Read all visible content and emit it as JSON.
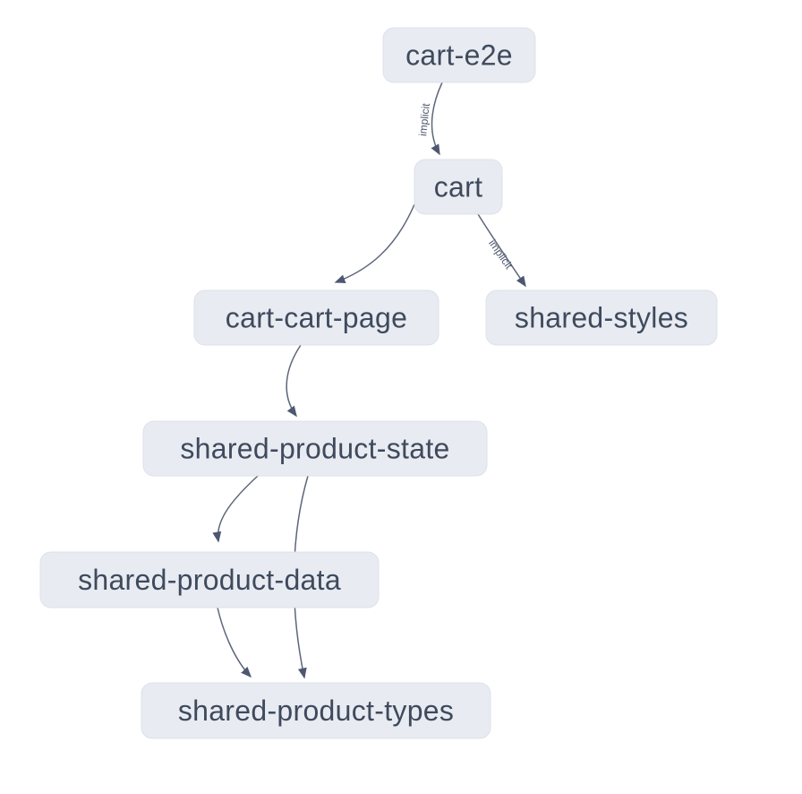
{
  "nodes": [
    {
      "id": "cart-e2e",
      "label": "cart-e2e"
    },
    {
      "id": "cart",
      "label": "cart"
    },
    {
      "id": "cart-cart-page",
      "label": "cart-cart-page"
    },
    {
      "id": "shared-styles",
      "label": "shared-styles"
    },
    {
      "id": "shared-product-state",
      "label": "shared-product-state"
    },
    {
      "id": "shared-product-data",
      "label": "shared-product-data"
    },
    {
      "id": "shared-product-types",
      "label": "shared-product-types"
    }
  ],
  "edges": [
    {
      "from": "cart-e2e",
      "to": "cart",
      "label": "implicit"
    },
    {
      "from": "cart",
      "to": "cart-cart-page",
      "label": ""
    },
    {
      "from": "cart",
      "to": "shared-styles",
      "label": "implicit"
    },
    {
      "from": "cart-cart-page",
      "to": "shared-product-state",
      "label": ""
    },
    {
      "from": "shared-product-state",
      "to": "shared-product-data",
      "label": ""
    },
    {
      "from": "shared-product-state",
      "to": "shared-product-types",
      "label": ""
    },
    {
      "from": "shared-product-data",
      "to": "shared-product-types",
      "label": ""
    }
  ],
  "colors": {
    "background": "#ffffff",
    "node_fill": "#e8ebf1",
    "node_border": "#dde2ea",
    "node_text": "#3f4a5d",
    "edge_stroke": "#5d6679",
    "edge_label": "#4e586e"
  }
}
